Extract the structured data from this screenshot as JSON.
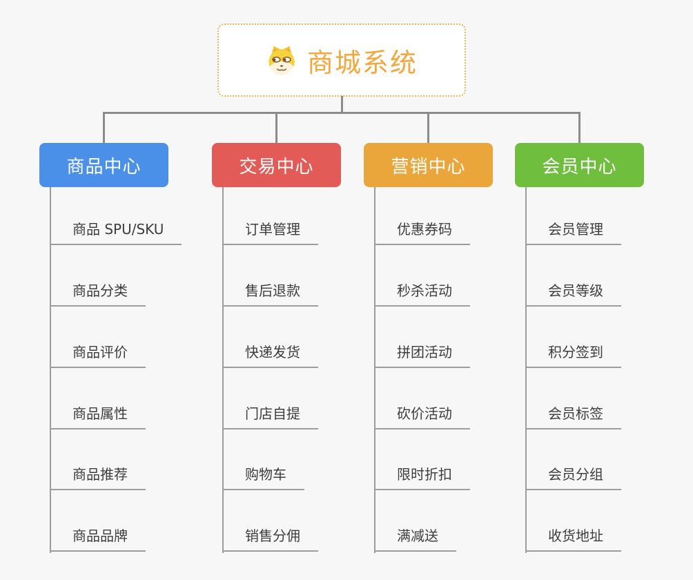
{
  "root": {
    "title": "商城系统",
    "icon": "doge-icon",
    "accent_color": "#F3A73C"
  },
  "connector_color": "#8B8B8B",
  "branch_line_color": "#9C9C9C",
  "branches": [
    {
      "label": "商品中心",
      "color": "#4A90E8",
      "children": [
        "商品 SPU/SKU",
        "商品分类",
        "商品评价",
        "商品属性",
        "商品推荐",
        "商品品牌"
      ]
    },
    {
      "label": "交易中心",
      "color": "#E25B56",
      "children": [
        "订单管理",
        "售后退款",
        "快递发货",
        "门店自提",
        "购物车",
        "销售分佣"
      ]
    },
    {
      "label": "营销中心",
      "color": "#EBA63B",
      "children": [
        "优惠券码",
        "秒杀活动",
        "拼团活动",
        "砍价活动",
        "限时折扣",
        "满减送"
      ]
    },
    {
      "label": "会员中心",
      "color": "#6FBE3E",
      "children": [
        "会员管理",
        "会员等级",
        "积分签到",
        "会员标签",
        "会员分组",
        "收货地址"
      ]
    }
  ]
}
